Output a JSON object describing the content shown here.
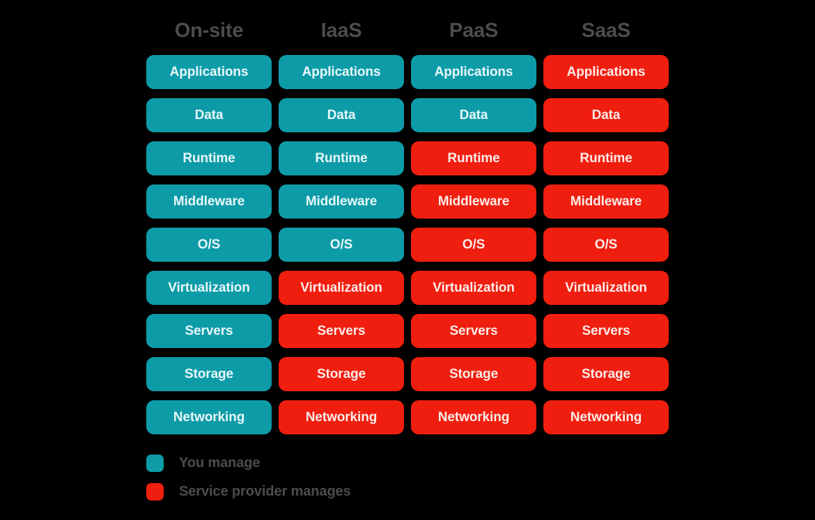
{
  "colors": {
    "background": "#000000",
    "you_manage": "#0d9ba8",
    "provider_manages": "#f01e0e",
    "header_text": "#4c4c4c",
    "cell_text_on_teal": "#e8f7f8",
    "cell_text_on_red": "#fdecea"
  },
  "columns": [
    {
      "label": "On-site"
    },
    {
      "label": "IaaS"
    },
    {
      "label": "PaaS"
    },
    {
      "label": "SaaS"
    }
  ],
  "rows": [
    {
      "label": "Applications",
      "owners": [
        "you",
        "you",
        "you",
        "provider"
      ]
    },
    {
      "label": "Data",
      "owners": [
        "you",
        "you",
        "you",
        "provider"
      ]
    },
    {
      "label": "Runtime",
      "owners": [
        "you",
        "you",
        "provider",
        "provider"
      ]
    },
    {
      "label": "Middleware",
      "owners": [
        "you",
        "you",
        "provider",
        "provider"
      ]
    },
    {
      "label": "O/S",
      "owners": [
        "you",
        "you",
        "provider",
        "provider"
      ]
    },
    {
      "label": "Virtualization",
      "owners": [
        "you",
        "provider",
        "provider",
        "provider"
      ]
    },
    {
      "label": "Servers",
      "owners": [
        "you",
        "provider",
        "provider",
        "provider"
      ]
    },
    {
      "label": "Storage",
      "owners": [
        "you",
        "provider",
        "provider",
        "provider"
      ]
    },
    {
      "label": "Networking",
      "owners": [
        "you",
        "provider",
        "provider",
        "provider"
      ]
    }
  ],
  "legend": {
    "items": [
      {
        "key": "you",
        "label": "You manage"
      },
      {
        "key": "provider",
        "label": "Service provider manages"
      }
    ]
  }
}
